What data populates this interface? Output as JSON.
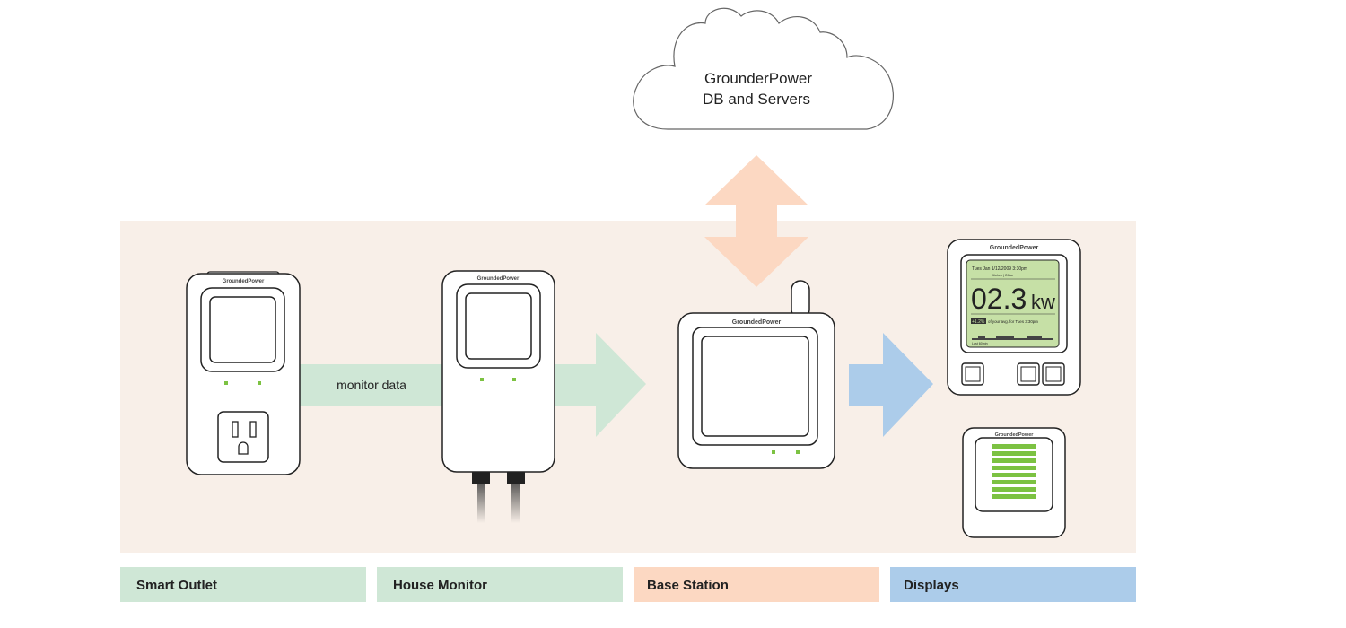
{
  "cloud": {
    "line1": "GrounderPower",
    "line2": "DB and Servers"
  },
  "flow": {
    "monitor_data_label": "monitor data"
  },
  "brand": "GroundedPower",
  "display": {
    "date_line": "Tues Jan 1/12/2009 3:30pm",
    "status_line": "Kitchen | Office",
    "reading": "02.3",
    "unit": "kw",
    "comparison_badge": "+1.2%",
    "comparison_text": "of your avg. for Tues 3:30pm",
    "footer": "Last 60min"
  },
  "labels": {
    "smart_outlet": "Smart Outlet",
    "house_monitor": "House Monitor",
    "base_station": "Base Station",
    "displays": "Displays"
  },
  "colors": {
    "panel_bg": "#f8efe8",
    "green": "#cfe7d6",
    "orange": "#fcd8c2",
    "blue": "#acccea",
    "led": "#7cc242",
    "lcd": "#c6e0a6"
  }
}
